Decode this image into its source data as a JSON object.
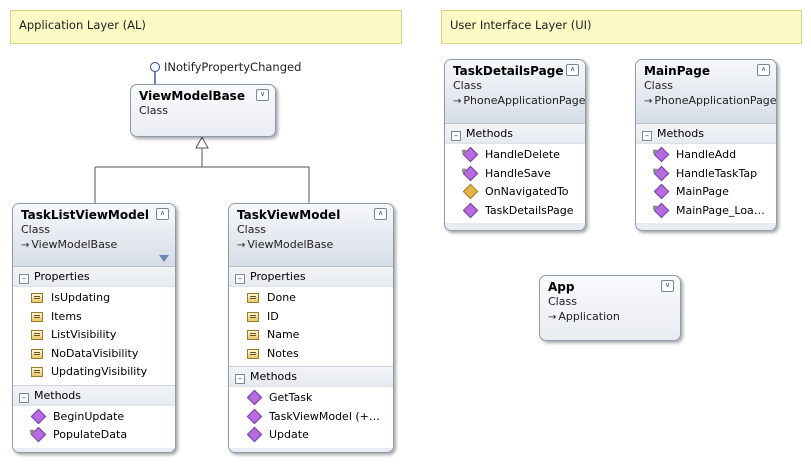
{
  "layers": {
    "al": "Application Layer (AL)",
    "ui": "User Interface Layer (UI)"
  },
  "interface_label": "INotifyPropertyChanged",
  "classes": {
    "view_model_base": {
      "name": "ViewModelBase",
      "kind": "Class"
    },
    "task_list_view_model": {
      "name": "TaskListViewModel",
      "kind": "Class",
      "base": "ViewModelBase",
      "properties_label": "Properties",
      "properties": [
        "IsUpdating",
        "Items",
        "ListVisibility",
        "NoDataVisibility",
        "UpdatingVisibility"
      ],
      "methods_label": "Methods",
      "methods": [
        "BeginUpdate",
        "PopulateData"
      ]
    },
    "task_view_model": {
      "name": "TaskViewModel",
      "kind": "Class",
      "base": "ViewModelBase",
      "properties_label": "Properties",
      "properties": [
        "Done",
        "ID",
        "Name",
        "Notes"
      ],
      "methods_label": "Methods",
      "methods": [
        "GetTask",
        "TaskViewModel  (+…",
        "Update"
      ]
    },
    "task_details_page": {
      "name": "TaskDetailsPage",
      "kind": "Class",
      "base": "PhoneApplicationPage",
      "methods_label": "Methods",
      "methods": [
        "HandleDelete",
        "HandleSave",
        "OnNavigatedTo",
        "TaskDetailsPage"
      ]
    },
    "main_page": {
      "name": "MainPage",
      "kind": "Class",
      "base": "PhoneApplicationPage",
      "methods_label": "Methods",
      "methods": [
        "HandleAdd",
        "HandleTaskTap",
        "MainPage",
        "MainPage_Loa…"
      ]
    },
    "app": {
      "name": "App",
      "kind": "Class",
      "base": "Application"
    }
  },
  "icons": {
    "collapse": "double-chevron-up-icon",
    "expand": "double-chevron-down-icon",
    "property": "property-icon",
    "method": "method-icon",
    "interface": "lollipop-interface-icon",
    "filter": "filter-icon"
  },
  "colors": {
    "layer_fill": "#fbf9c4",
    "class_border": "#8e9aaa",
    "method_icon": "#b66ce0",
    "interface_circle": "#2b3e9a"
  }
}
